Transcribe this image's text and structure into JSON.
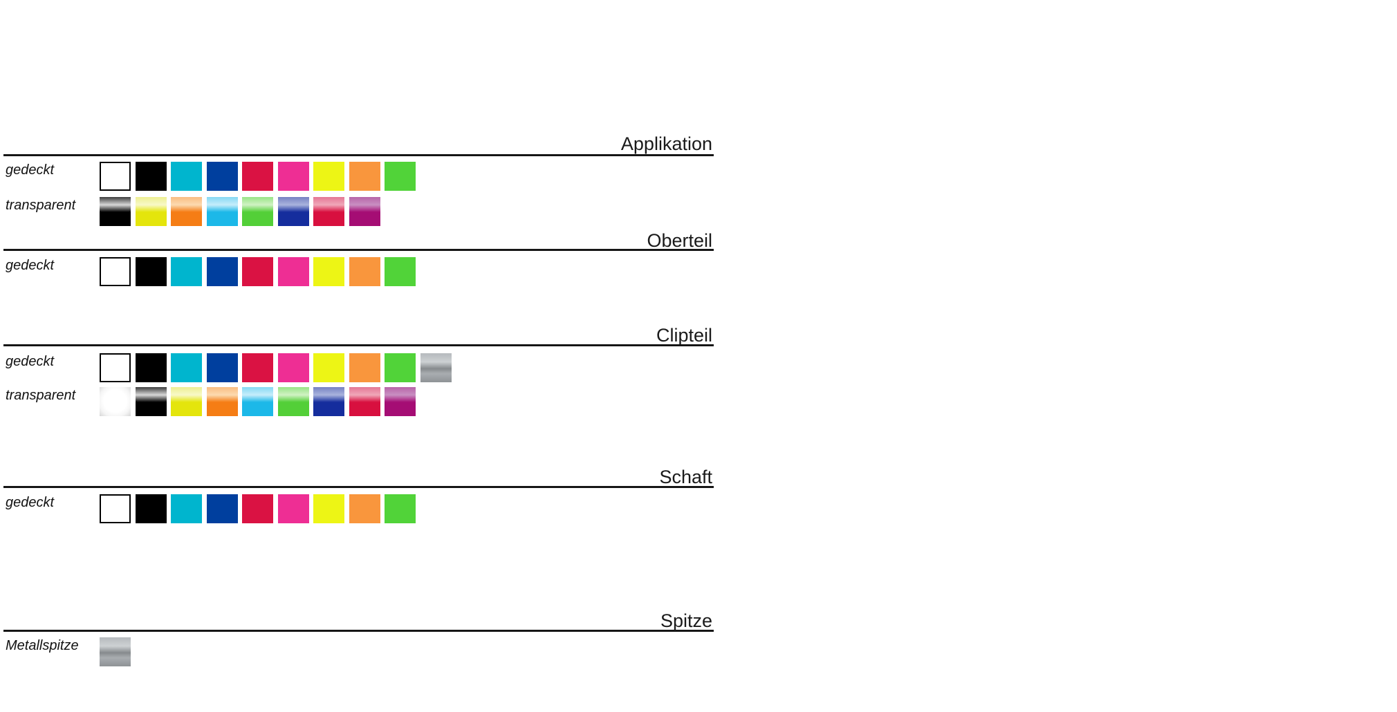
{
  "page": {
    "background": "#ffffff"
  },
  "sections": [
    {
      "id": "applikation",
      "title": "Applikation",
      "rows": [
        {
          "label": "gedeckt",
          "swatches": [
            "white",
            "black",
            "cyan",
            "blue",
            "red",
            "pink",
            "yellow",
            "orange",
            "green"
          ]
        },
        {
          "label": "transparent",
          "swatches": [
            "t_black",
            "t_yellow",
            "t_orange",
            "t_cyan",
            "t_green",
            "t_blue",
            "t_red",
            "t_purple"
          ]
        }
      ]
    },
    {
      "id": "oberteil",
      "title": "Oberteil",
      "rows": [
        {
          "label": "gedeckt",
          "swatches": [
            "white",
            "black",
            "cyan",
            "blue",
            "red",
            "pink",
            "yellow",
            "orange",
            "green"
          ]
        }
      ]
    },
    {
      "id": "clipteil",
      "title": "Clipteil",
      "rows": [
        {
          "label": "gedeckt",
          "swatches": [
            "white",
            "black",
            "cyan",
            "blue",
            "red",
            "pink",
            "yellow",
            "orange",
            "green",
            "silver"
          ]
        },
        {
          "label": "transparent",
          "swatches": [
            "clear",
            "t_black",
            "t_yellow",
            "t_orange",
            "t_cyan",
            "t_green",
            "t_blue",
            "t_red",
            "t_purple"
          ]
        }
      ]
    },
    {
      "id": "schaft",
      "title": "Schaft",
      "rows": [
        {
          "label": "gedeckt",
          "swatches": [
            "white",
            "black",
            "cyan",
            "blue",
            "red",
            "pink",
            "yellow",
            "orange",
            "green"
          ]
        }
      ]
    },
    {
      "id": "spitze",
      "title": "Spitze",
      "rows": [
        {
          "label": "Metallspitze",
          "swatches": [
            "silver"
          ]
        }
      ]
    }
  ],
  "palette": {
    "white": {
      "hex": "#ffffff",
      "border": "#000000"
    },
    "black": {
      "hex": "#000000"
    },
    "cyan": {
      "hex": "#00b5ce"
    },
    "blue": {
      "hex": "#003f9e"
    },
    "red": {
      "hex": "#da1243"
    },
    "pink": {
      "hex": "#ee2e94"
    },
    "yellow": {
      "hex": "#edf515"
    },
    "orange": {
      "hex": "#f9963d"
    },
    "green": {
      "hex": "#51d339"
    },
    "silver": {
      "type": "metal",
      "stops": [
        [
          "#b6babd",
          "0%"
        ],
        [
          "#cdd1d3",
          "30%"
        ],
        [
          "#868a8d",
          "53%"
        ],
        [
          "#a9adb0",
          "70%"
        ],
        [
          "#8f9396",
          "100%"
        ]
      ]
    },
    "clear": {
      "type": "clear",
      "center": "#ffffff",
      "mid": "#f5f5f5",
      "edge": "#d6d6d6"
    },
    "t_black": {
      "type": "transparent",
      "top": "#3c3c3c",
      "shine": "#d8d8d8",
      "base": "#000000"
    },
    "t_yellow": {
      "type": "transparent",
      "top": "#edef92",
      "shine": "#f8f9c8",
      "base": "#e4e50c"
    },
    "t_orange": {
      "type": "transparent",
      "top": "#f9bd82",
      "shine": "#fcdab0",
      "base": "#f57d15"
    },
    "t_cyan": {
      "type": "transparent",
      "top": "#85d9f3",
      "shine": "#c6edfb",
      "base": "#1cb8e8"
    },
    "t_green": {
      "type": "transparent",
      "top": "#98e486",
      "shine": "#d0f2c3",
      "base": "#53cf38"
    },
    "t_blue": {
      "type": "transparent",
      "top": "#7681c2",
      "shine": "#a9b3dd",
      "base": "#152d9d"
    },
    "t_red": {
      "type": "transparent",
      "top": "#e47795",
      "shine": "#f0a7b9",
      "base": "#d8103f"
    },
    "t_purple": {
      "type": "transparent",
      "top": "#b765a8",
      "shine": "#c98fc2",
      "base": "#a50d74"
    }
  }
}
